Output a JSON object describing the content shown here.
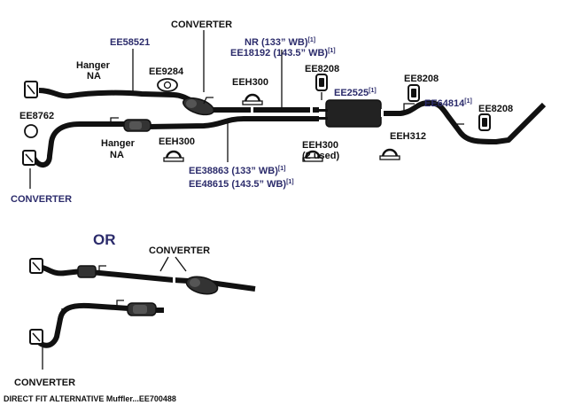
{
  "labels": {
    "converter_top": "CONVERTER",
    "ee58521": "EE58521",
    "nr_133": "NR (133” WB)",
    "ee18192": "EE18192 (143.5” WB)",
    "hanger_na_1a": "Hanger",
    "hanger_na_1b": "NA",
    "ee9284": "EE9284",
    "eeh300_a": "EEH300",
    "ee8208_a": "EE8208",
    "ee8208_b": "EE8208",
    "ee8208_c": "EE8208",
    "ee2525": "EE2525",
    "ee64814": "EE64814",
    "ee8762": "EE8762",
    "hanger_na_2a": "Hanger",
    "hanger_na_2b": "NA",
    "eeh300_b": "EEH300",
    "eeh312": "EEH312",
    "eeh300_c1": "EEH300",
    "eeh300_c2": "(2 used)",
    "ee38863": "EE38863 (133” WB)",
    "ee48615": "EE48615 (143.5” WB)",
    "converter_left": "CONVERTER",
    "or": "OR",
    "converter_alt": "CONVERTER",
    "converter_bottom": "CONVERTER",
    "footer": "DIRECT FIT ALTERNATIVE  Muffler...EE700488",
    "note_mark": "[1]"
  },
  "colors": {
    "part_text": "#2b2b6b",
    "label_text": "#111111",
    "pipe": "#111111"
  }
}
